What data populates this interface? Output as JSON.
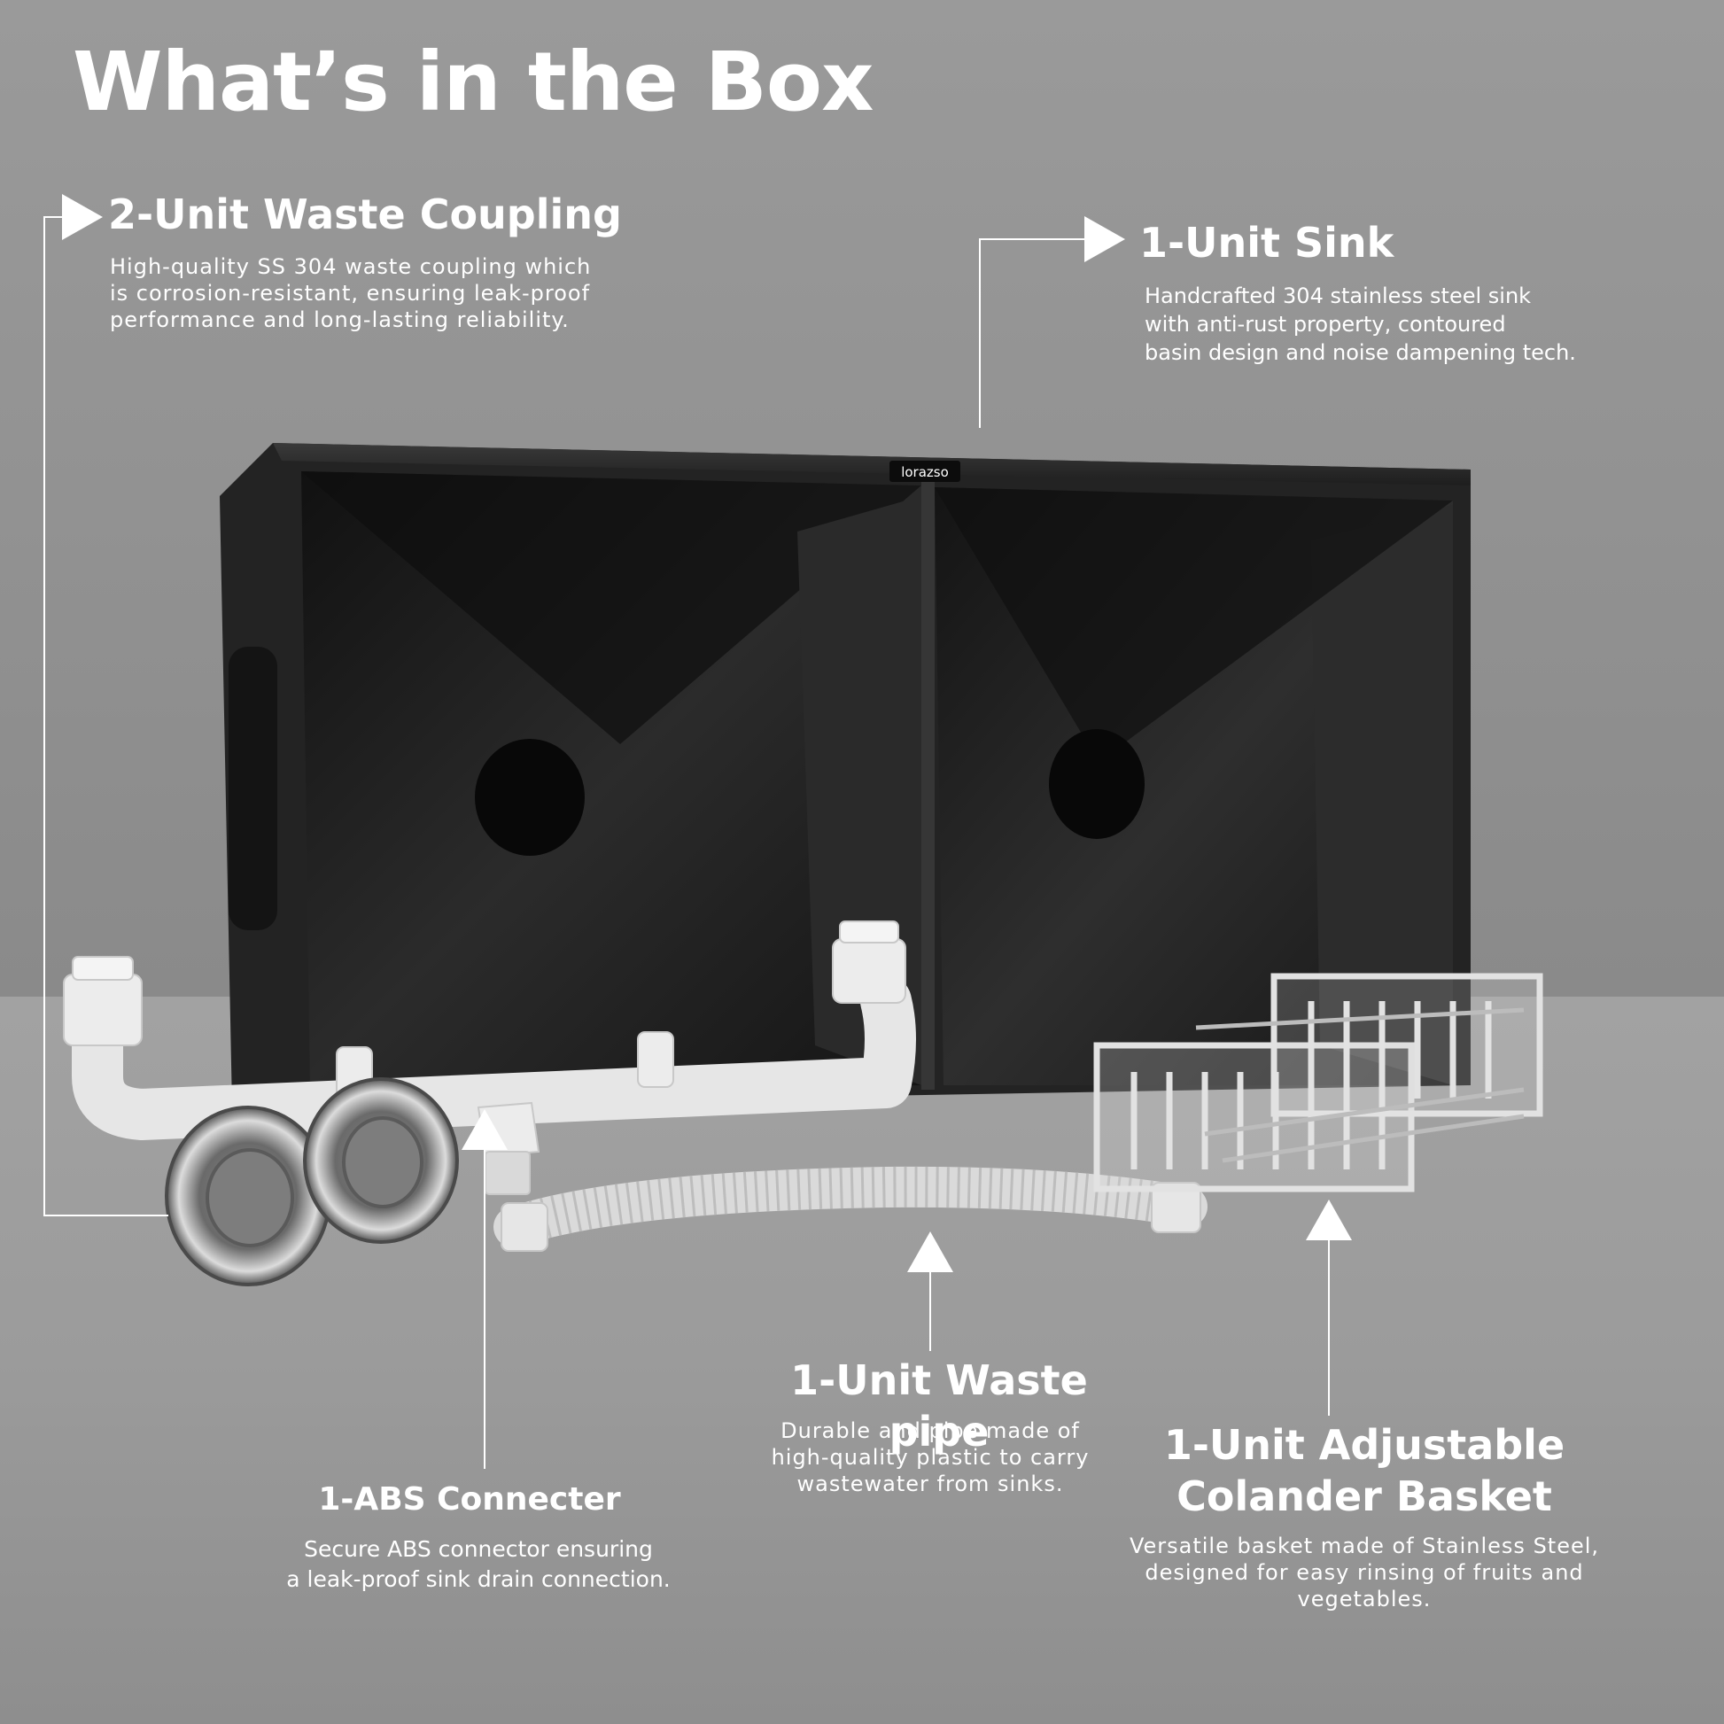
{
  "title": "What’s in the Box",
  "brand_logo": "lorazso",
  "items": {
    "coupling": {
      "heading": "2-Unit Waste Coupling",
      "lines": [
        "High-quality SS 304 waste coupling which",
        "is corrosion-resistant, ensuring leak-proof",
        "performance and long-lasting reliability."
      ]
    },
    "sink": {
      "heading": "1-Unit Sink",
      "lines": [
        "Handcrafted 304 stainless steel sink",
        "with anti-rust property, contoured",
        "basin design and noise dampening tech."
      ]
    },
    "waste_pipe": {
      "heading": "1-Unit Waste pipe",
      "lines": [
        "Durable and pipe made of",
        "high-quality plastic to carry",
        "wastewater from sinks."
      ]
    },
    "colander": {
      "heading_lines": [
        "1-Unit Adjustable",
        "Colander Basket"
      ],
      "lines": [
        "Versatile basket made of Stainless Steel,",
        "designed for easy rinsing of fruits and",
        "vegetables."
      ]
    },
    "abs": {
      "heading": "1-ABS Connecter",
      "lines": [
        "Secure ABS connector ensuring",
        "a leak-proof sink drain connection."
      ]
    }
  },
  "colors": {
    "text": "#ffffff",
    "sink": "#1b1b1b",
    "pipe": "#e8e8e8"
  }
}
